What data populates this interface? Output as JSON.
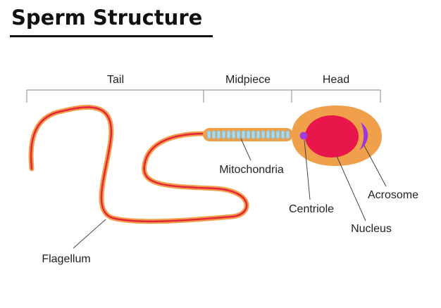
{
  "title": "Sperm Structure",
  "sections": {
    "tail": "Tail",
    "midpiece": "Midpiece",
    "head": "Head"
  },
  "labels": {
    "flagellum": "Flagellum",
    "mitochondria": "Mitochondria",
    "centriole": "Centriole",
    "nucleus": "Nucleus",
    "acrosome": "Acrosome"
  },
  "colors": {
    "outer": "#f0a04b",
    "inner": "#e8243b",
    "nucleus": "#e8164a",
    "mitochondria": "#a7d8ec",
    "centriole": "#a03be0",
    "acrosome": "#9a36e0",
    "bracket": "#8a8a8a"
  }
}
